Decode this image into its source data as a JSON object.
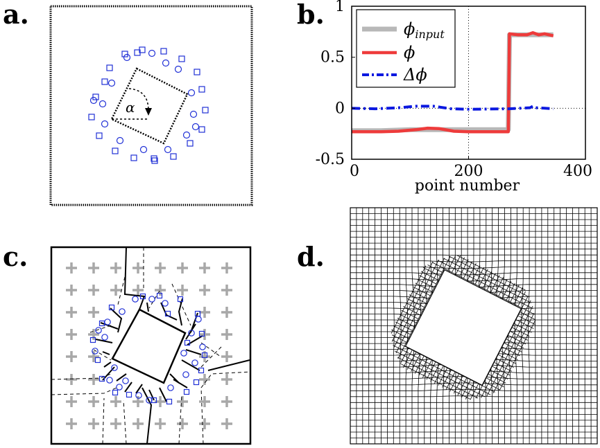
{
  "panels": {
    "a": {
      "label": "a.",
      "angle_symbol": "α"
    },
    "b": {
      "label": "b."
    },
    "c": {
      "label": "c."
    },
    "d": {
      "label": "d."
    }
  },
  "colors": {
    "marker_blue": "#1f2fd6",
    "phi_input": "#b8b8b8",
    "phi": "#ee3b3b",
    "delta_phi": "#0a18e0",
    "plus_gray": "#a8a8a8"
  },
  "chart_data": {
    "type": "line",
    "title": "",
    "xlabel": "point number",
    "ylabel": "",
    "xlim": [
      0,
      400
    ],
    "ylim": [
      -0.5,
      1
    ],
    "xticks": [
      "0",
      "200",
      "400"
    ],
    "yticks": [
      "1",
      "0.5",
      "0",
      "-0.5"
    ],
    "grid": "dotted at x=200 and y=0",
    "legend_position": "top-left",
    "series": [
      {
        "name": "ϕinput",
        "legend_main": "ϕ",
        "legend_sub": "input",
        "style": "solid",
        "x": [
          0,
          50,
          100,
          140,
          200,
          268,
          270,
          300,
          345
        ],
        "y": [
          -0.22,
          -0.22,
          -0.21,
          -0.21,
          -0.21,
          -0.21,
          0.72,
          0.72,
          0.72
        ]
      },
      {
        "name": "ϕ",
        "legend_main": "ϕ",
        "legend_sub": "",
        "style": "solid",
        "x": [
          0,
          50,
          80,
          110,
          130,
          150,
          175,
          200,
          268,
          270,
          285,
          300,
          310,
          320,
          330,
          345
        ],
        "y": [
          -0.23,
          -0.23,
          -0.225,
          -0.21,
          -0.195,
          -0.2,
          -0.225,
          -0.23,
          -0.23,
          0.73,
          0.72,
          0.72,
          0.74,
          0.72,
          0.73,
          0.71
        ]
      },
      {
        "name": "Δϕ",
        "legend_main": "Δϕ",
        "legend_sub": "",
        "style": "dash-dot",
        "x": [
          0,
          40,
          80,
          110,
          140,
          170,
          200,
          268,
          290,
          305,
          310,
          315,
          330,
          345
        ],
        "y": [
          0,
          -0.005,
          0.005,
          0.02,
          0.02,
          -0.005,
          -0.01,
          -0.005,
          0,
          0.005,
          0.02,
          0.005,
          0,
          -0.005
        ]
      }
    ]
  }
}
